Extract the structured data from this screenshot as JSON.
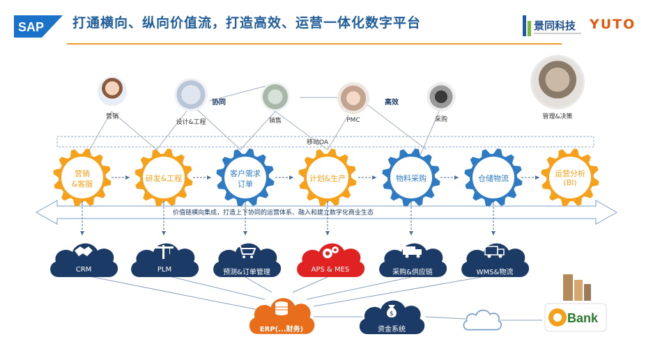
{
  "title": "打通横向、纵向价值流，打造高效、运营一体化数字平台",
  "logos": {
    "sap": "SAP",
    "jt_name": "景同科技",
    "yuto": "YUTO",
    "bank": "Bank"
  },
  "people": [
    {
      "id": "marketing",
      "label": "营销"
    },
    {
      "id": "design",
      "label": "设计&工程"
    },
    {
      "id": "sales",
      "label": "销售"
    },
    {
      "id": "pmc",
      "label": "PMC"
    },
    {
      "id": "purchase",
      "label": "采购"
    },
    {
      "id": "manage",
      "label": "管理&决策"
    }
  ],
  "annotations": {
    "collab": "协同",
    "efficient": "高效"
  },
  "mobile_oa": "移动OA",
  "value_chain_text": "价值链横向集成，打造上下协同的运营体系、融入和建立数字化商业生态",
  "gears": [
    {
      "id": "sales-gear",
      "line1": "营销",
      "line2": "&客服",
      "color": "#f5a11c"
    },
    {
      "id": "rd-gear",
      "line1": "研发&工程",
      "line2": "",
      "color": "#f5a11c"
    },
    {
      "id": "order-gear",
      "line1": "客户需求",
      "line2": "订单",
      "color": "#2e7bc4"
    },
    {
      "id": "plan-gear",
      "line1": "计划&生产",
      "line2": "",
      "color": "#f5a11c"
    },
    {
      "id": "material-gear",
      "line1": "物料采购",
      "line2": "",
      "color": "#2e7bc4"
    },
    {
      "id": "warehouse-gear",
      "line1": "仓储物流",
      "line2": "",
      "color": "#2e7bc4"
    },
    {
      "id": "bi-gear",
      "line1": "运营分析",
      "line2": "(BI)",
      "color": "#f5a11c"
    }
  ],
  "clouds": [
    {
      "id": "crm",
      "label": "CRM",
      "color": "#1c3a66"
    },
    {
      "id": "plm",
      "label": "PLM",
      "color": "#1c3a66"
    },
    {
      "id": "forecast",
      "label": "预测&订单管理",
      "color": "#1c3a66"
    },
    {
      "id": "aps",
      "label": "APS & MES",
      "color": "#e02222"
    },
    {
      "id": "scm",
      "label": "采购&供应链",
      "color": "#1c3a66"
    },
    {
      "id": "wms",
      "label": "WMS&物流",
      "color": "#1c3a66"
    },
    {
      "id": "erp",
      "label": "ERP(...财务)",
      "color": "#e86e1c"
    },
    {
      "id": "treasury",
      "label": "资金系统",
      "color": "#1c3a66"
    }
  ]
}
